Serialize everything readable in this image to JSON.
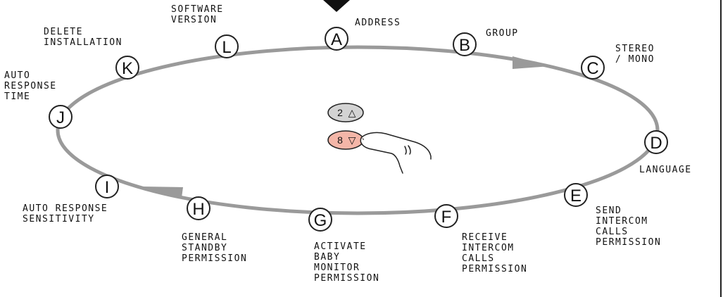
{
  "nodes": [
    {
      "letter": "A",
      "lines": [
        "ADDRESS"
      ]
    },
    {
      "letter": "B",
      "lines": [
        "GROUP"
      ]
    },
    {
      "letter": "C",
      "lines": [
        "STEREO",
        "/ MONO"
      ]
    },
    {
      "letter": "D",
      "lines": [
        "LANGUAGE"
      ]
    },
    {
      "letter": "E",
      "lines": [
        "SEND",
        "INTERCOM",
        "CALLS",
        "PERMISSION"
      ]
    },
    {
      "letter": "F",
      "lines": [
        "RECEIVE",
        "INTERCOM",
        "CALLS",
        "PERMISSION"
      ]
    },
    {
      "letter": "G",
      "lines": [
        "ACTIVATE",
        "BABY",
        "MONITOR",
        "PERMISSION"
      ]
    },
    {
      "letter": "H",
      "lines": [
        "GENERAL",
        "STANDBY",
        "PERMISSION"
      ]
    },
    {
      "letter": "I",
      "lines": [
        "AUTO RESPONSE",
        "SENSITIVITY"
      ]
    },
    {
      "letter": "J",
      "lines": [
        "AUTO",
        "RESPONSE",
        "TIME"
      ]
    },
    {
      "letter": "K",
      "lines": [
        "DELETE",
        "INSTALLATION"
      ]
    },
    {
      "letter": "L",
      "lines": [
        "SOFTWARE",
        "VERSION"
      ]
    }
  ],
  "keys": {
    "up": {
      "number": "2",
      "symbol": "△",
      "color": "#d3d3d3"
    },
    "down": {
      "number": "8",
      "symbol": "▽",
      "color": "#f4b6a8"
    }
  },
  "colors": {
    "loop": "#999999",
    "outline": "#222222"
  },
  "icons": [
    "down-arrow-marker",
    "hand-pointer-icon"
  ]
}
